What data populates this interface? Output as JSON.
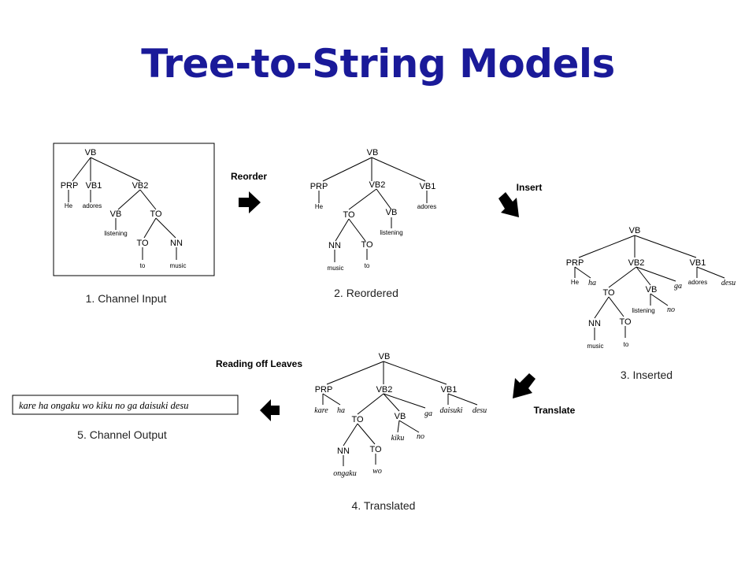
{
  "slide": {
    "title": "Tree-to-String Models"
  },
  "tree1": {
    "caption": "1. Channel Input",
    "nodes": {
      "vb": "VB",
      "prp": "PRP",
      "vb1": "VB1",
      "vb2": "VB2",
      "to": "TO",
      "to2": "TO",
      "nn": "NN"
    },
    "leaves": {
      "he": "He",
      "adores": "adores",
      "listening": "listening",
      "to": "to",
      "music": "music"
    }
  },
  "tree2": {
    "caption": "2. Reordered",
    "nodes": {
      "vb": "VB",
      "prp": "PRP",
      "vb2": "VB2",
      "vb1": "VB1",
      "to": "TO",
      "nn": "NN",
      "to2": "TO"
    },
    "leaves": {
      "he": "He",
      "adores": "adores",
      "listening": "listening",
      "music": "music",
      "to": "to"
    }
  },
  "tree3": {
    "caption": "3.  Inserted",
    "nodes": {
      "vb": "VB",
      "prp": "PRP",
      "vb2": "VB2",
      "vb1": "VB1",
      "to": "TO",
      "nn": "NN",
      "to2": "TO"
    },
    "leaves": {
      "he": "He",
      "adores": "adores",
      "listening": "listening",
      "music": "music",
      "to": "to"
    },
    "inserted": {
      "ha": "ha",
      "ga": "ga",
      "desu": "desu",
      "no": "no"
    }
  },
  "tree4": {
    "caption": "4. Translated",
    "nodes": {
      "vb": "VB",
      "prp": "PRP",
      "vb2": "VB2",
      "vb1": "VB1",
      "to": "TO",
      "nn": "NN",
      "to2": "TO"
    },
    "words": {
      "kare": "kare",
      "ha": "ha",
      "ga": "ga",
      "daisuki": "daisuki",
      "desu": "desu",
      "kiku": "kiku",
      "no": "no",
      "ongaku": "ongaku",
      "wo": "wo"
    }
  },
  "steps": {
    "reorder": "Reorder",
    "insert": "Insert",
    "translate": "Translate",
    "reading": "Reading off Leaves"
  },
  "output": {
    "sentence": "kare ha ongaku wo kiku no ga daisuki desu",
    "caption": "5. Channel Output"
  }
}
